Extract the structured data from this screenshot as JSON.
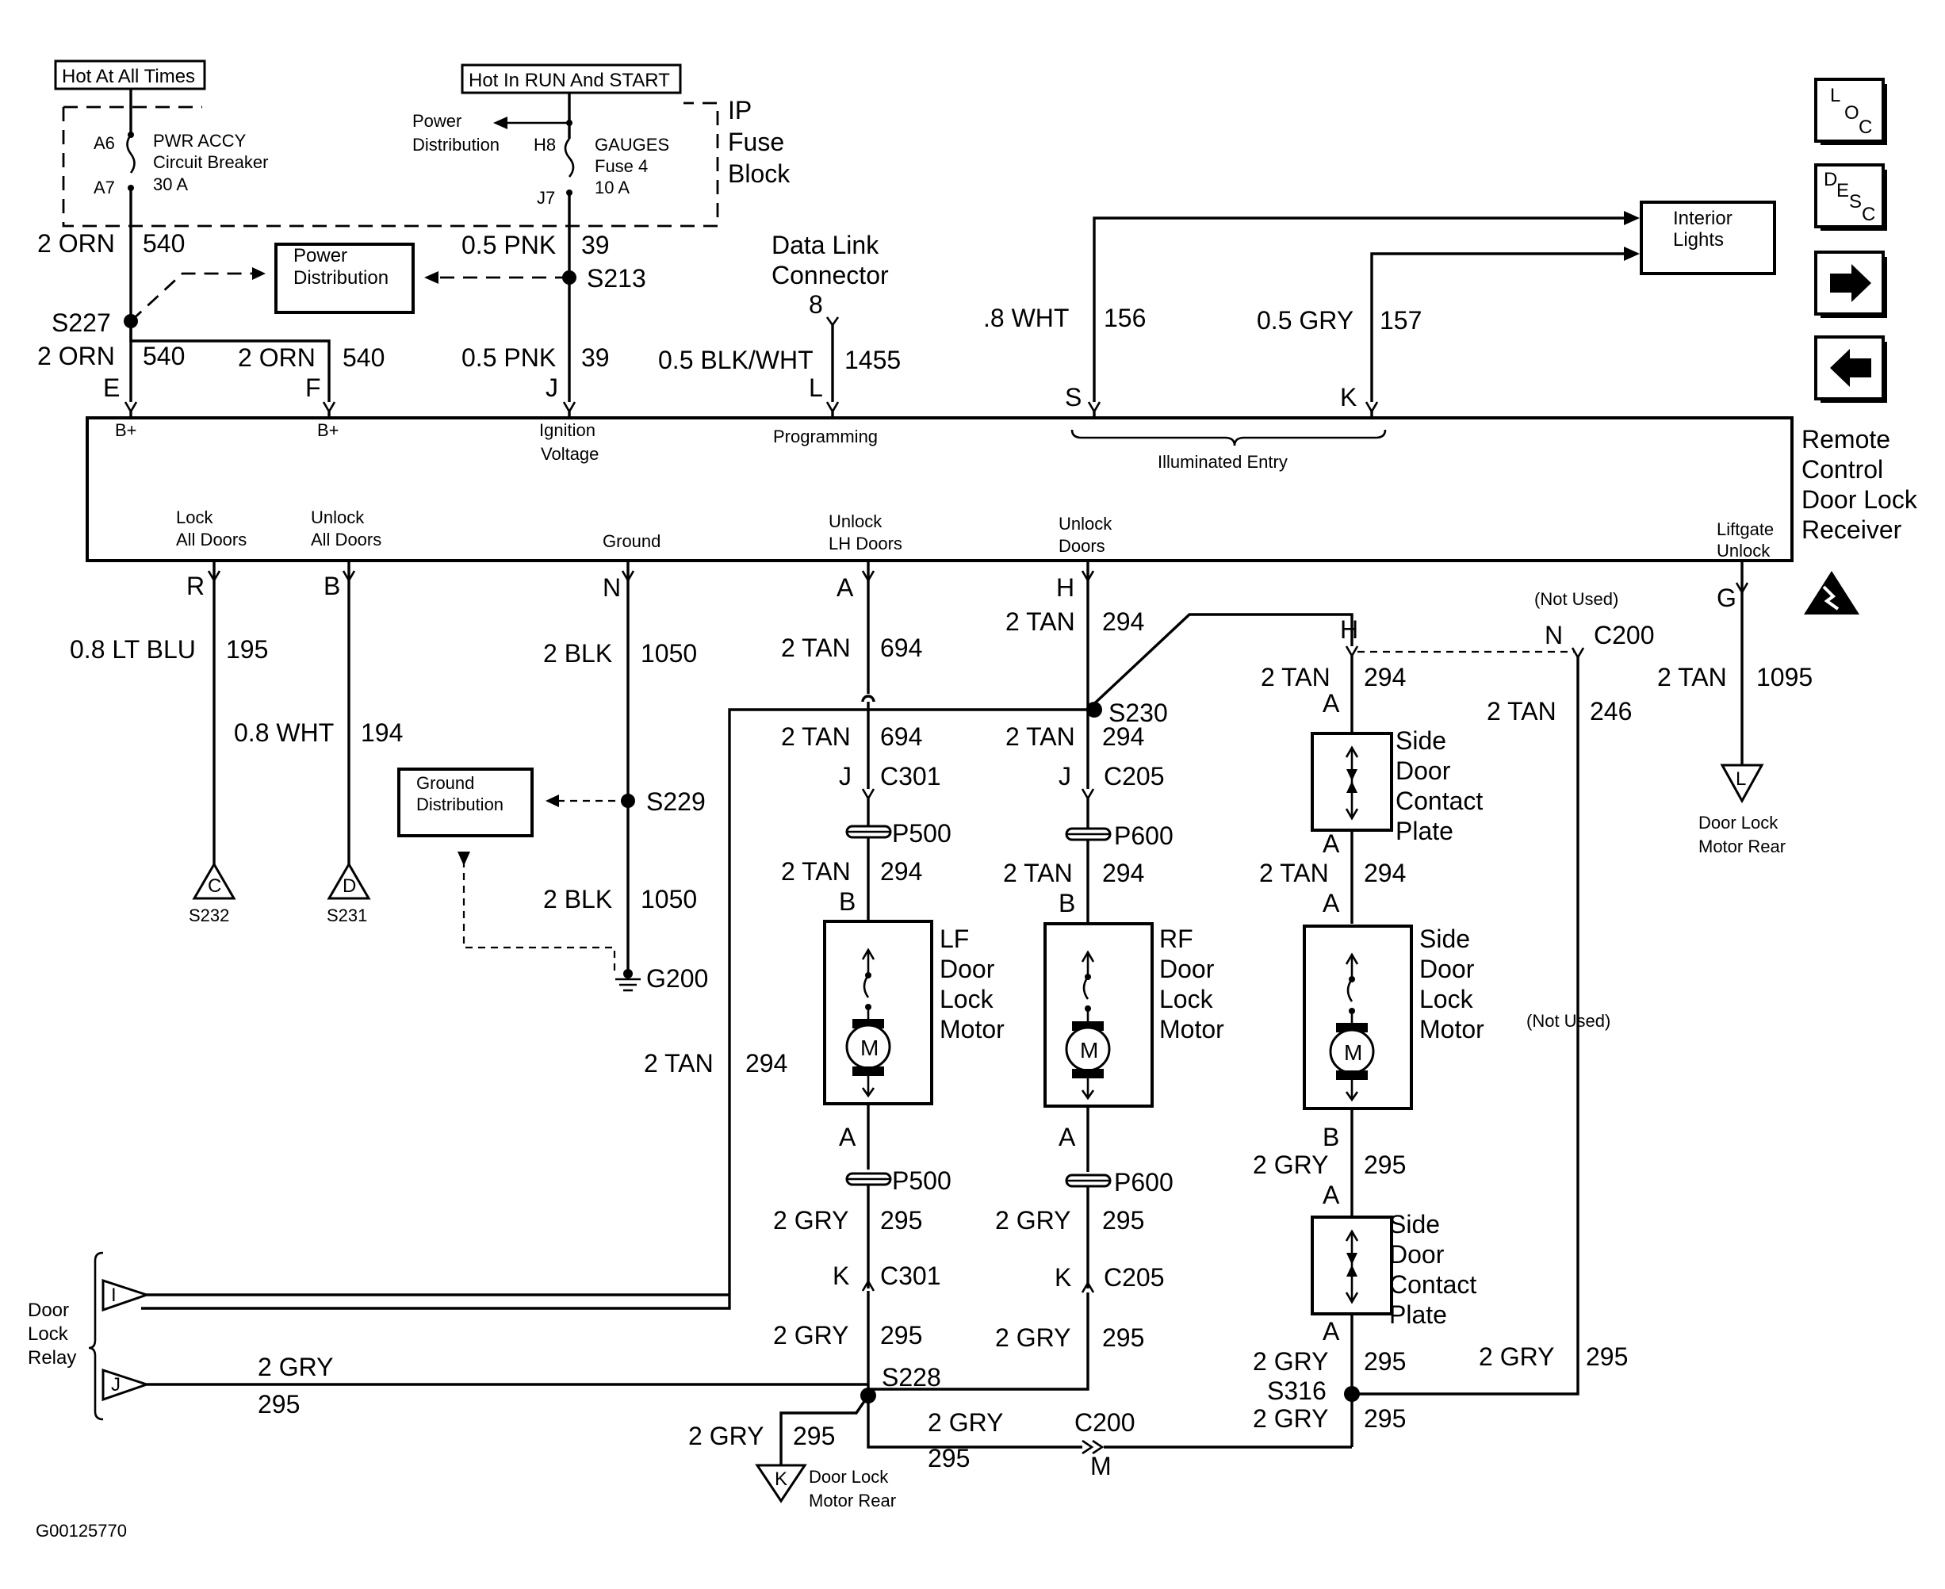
{
  "power": {
    "hot_all_times": "Hot At All Times",
    "hot_run_start": "Hot In RUN And START",
    "ip_fuse_block": [
      "IP",
      "Fuse",
      "Block"
    ],
    "breaker": [
      "PWR ACCY",
      "Circuit Breaker",
      "30 A"
    ],
    "fuse": [
      "GAUGES",
      "Fuse 4",
      "10 A"
    ],
    "power_distribution": [
      "Power",
      "Distribution"
    ],
    "pins": {
      "a6": "A6",
      "a7": "A7",
      "h8": "H8",
      "j7": "J7"
    }
  },
  "receiver": {
    "title": [
      "Remote",
      "Control",
      "Door Lock",
      "Receiver"
    ],
    "top_pins": [
      {
        "letter": "E",
        "label": "B+"
      },
      {
        "letter": "F",
        "label": "B+"
      },
      {
        "letter": "J",
        "label": "Ignition\nVoltage"
      },
      {
        "letter": "L",
        "label": "Programming"
      },
      {
        "letter": "S",
        "label": ""
      },
      {
        "letter": "K",
        "label": ""
      }
    ],
    "illuminated_entry": "Illuminated Entry",
    "bottom_pins": [
      {
        "letter": "R",
        "label": "Lock\nAll Doors"
      },
      {
        "letter": "B",
        "label": "Unlock\nAll Doors"
      },
      {
        "letter": "N",
        "label": "Ground"
      },
      {
        "letter": "A",
        "label": "Unlock\nLH Doors"
      },
      {
        "letter": "H",
        "label": "Unlock\nDoors"
      },
      {
        "letter": "G",
        "label": "Liftgate\nUnlock"
      }
    ]
  },
  "dlc": [
    "Data Link",
    "Connector"
  ],
  "dlc_pin": "8",
  "interior_lights": [
    "Interior",
    "Lights"
  ],
  "ground_distribution": [
    "Ground",
    "Distribution"
  ],
  "splices": {
    "s227": "S227",
    "s213": "S213",
    "s229": "S229",
    "s230": "S230",
    "s228": "S228",
    "s316": "S316",
    "g200": "G200"
  },
  "wires": {
    "orn540a": [
      "2 ORN",
      "540"
    ],
    "orn540b": [
      "2 ORN",
      "540"
    ],
    "orn540c": [
      "2 ORN",
      "540"
    ],
    "pnk39a": [
      "0.5 PNK",
      "39"
    ],
    "pnk39b": [
      "0.5 PNK",
      "39"
    ],
    "blkwht": [
      "0.5 BLK/WHT",
      "1455"
    ],
    "wht156": [
      ".8 WHT",
      "156"
    ],
    "gry157": [
      "0.5 GRY",
      "157"
    ],
    "ltblu": [
      "0.8 LT BLU",
      "195"
    ],
    "wht194": [
      "0.8 WHT",
      "194"
    ],
    "blk1050a": [
      "2 BLK",
      "1050"
    ],
    "blk1050b": [
      "2 BLK",
      "1050"
    ],
    "tan694a": [
      "2 TAN",
      "694"
    ],
    "tan694b": [
      "2 TAN",
      "694"
    ],
    "tan294a": [
      "2 TAN",
      "294"
    ],
    "tan294b": [
      "2 TAN",
      "294"
    ],
    "tan294c": [
      "2 TAN",
      "294"
    ],
    "tan294d": [
      "2 TAN",
      "294"
    ],
    "tan294e": [
      "2 TAN",
      "294"
    ],
    "tan294f": [
      "2 TAN",
      "294"
    ],
    "tan294g": [
      "2 TAN",
      "294"
    ],
    "tan246": [
      "2 TAN",
      "246"
    ],
    "tan1095": [
      "2 TAN",
      "1095"
    ],
    "gry295a": [
      "2 GRY",
      "295"
    ],
    "gry295b": [
      "2 GRY",
      "295"
    ],
    "gry295c": [
      "2 GRY",
      "295"
    ],
    "gry295d": [
      "2 GRY",
      "295"
    ],
    "gry295e": [
      "2 GRY",
      "295"
    ],
    "gry295f": [
      "2 GRY",
      "295"
    ],
    "gry295g": [
      "2 GRY",
      "295"
    ],
    "gry295h": [
      "2 GRY",
      "295"
    ],
    "gry295i": [
      "2 GRY",
      "295"
    ],
    "gry295j": [
      "2 GRY",
      "295"
    ],
    "gry295k": [
      "2 GRY",
      "295"
    ]
  },
  "connectors": {
    "c301": "C301",
    "c205": "C205",
    "c200": "C200",
    "p500": "P500",
    "p600": "P600",
    "j": "J",
    "k": "K",
    "a": "A",
    "b": "B",
    "h": "H",
    "n": "N",
    "m": "M"
  },
  "not_used": "(Not Used)",
  "motors": {
    "lf": [
      "LF",
      "Door",
      "Lock",
      "Motor"
    ],
    "rf": [
      "RF",
      "Door",
      "Lock",
      "Motor"
    ],
    "side": [
      "Side",
      "Door",
      "Lock",
      "Motor"
    ],
    "m": "M"
  },
  "contact_plate": [
    "Side",
    "Door",
    "Contact",
    "Plate"
  ],
  "references": {
    "c": {
      "letter": "C",
      "label": "S232"
    },
    "d": {
      "letter": "D",
      "label": "S231"
    },
    "l": {
      "letter": "L",
      "label": "Door Lock\nMotor Rear"
    },
    "k": {
      "letter": "K",
      "label": "Door Lock\nMotor Rear"
    },
    "i": "I",
    "j": "J"
  },
  "door_lock_relay": [
    "Door",
    "Lock",
    "Relay"
  ],
  "figure_id": "G00125770",
  "nav": {
    "loc": [
      "L",
      "O",
      "C"
    ],
    "desc": [
      "D",
      "E",
      "S",
      "C"
    ]
  }
}
